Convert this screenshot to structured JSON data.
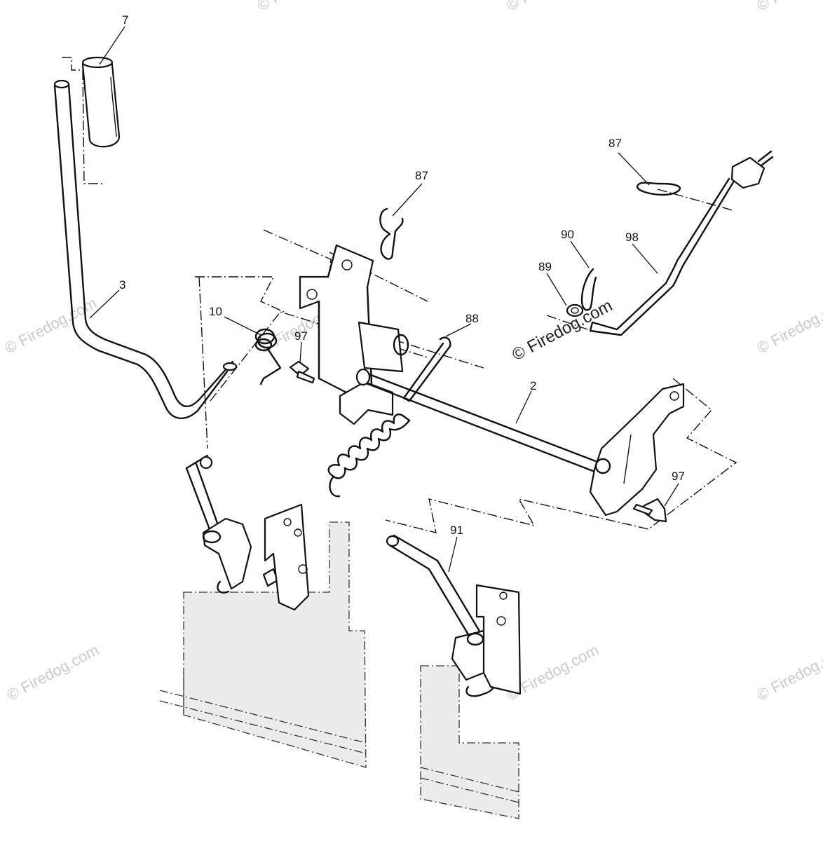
{
  "callouts": {
    "c7": "7",
    "c3": "3",
    "c10": "10",
    "c97a": "97",
    "c87a": "87",
    "c88": "88",
    "c2": "2",
    "c87b": "87",
    "c90": "90",
    "c98": "98",
    "c89": "89",
    "c97b": "97",
    "c91": "91"
  },
  "watermark": {
    "text": "© Firedog.com"
  }
}
